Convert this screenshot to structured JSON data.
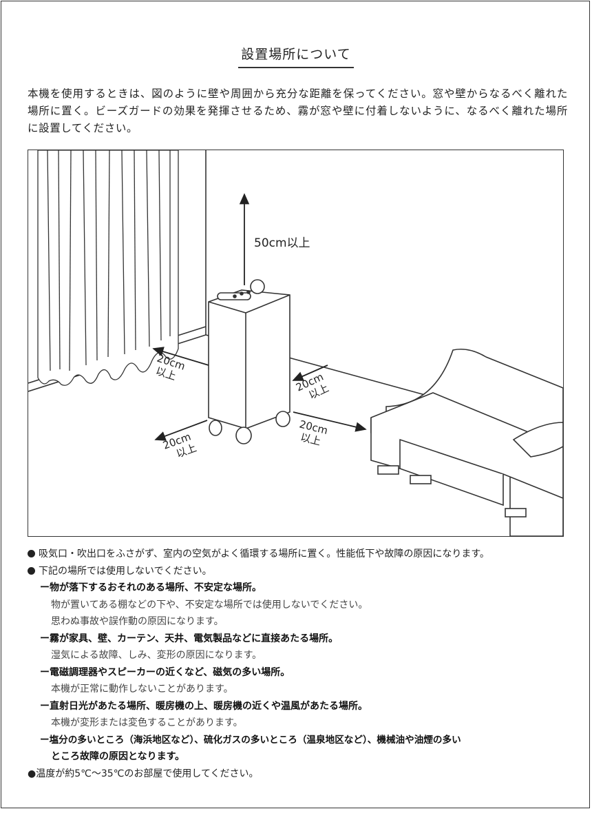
{
  "title": "設置場所について",
  "intro": "本機を使用するときは、図のように壁や周囲から充分な距離を保ってください。窓や壁からなるべく離れた場所に置く。ビーズガードの効果を発揮させるため、霧が窓や壁に付着しないように、なるべく離れた場所に設置してください。",
  "figure": {
    "top_clearance": "50cm以上",
    "left_wall": {
      "distance": "20cm",
      "suffix": "以上"
    },
    "right_wall": {
      "distance": "20cm",
      "suffix": "以上"
    },
    "front": {
      "distance": "20cm",
      "suffix": "以上"
    },
    "sofa": {
      "distance": "20cm",
      "suffix": "以上"
    }
  },
  "notes": {
    "bullet1": "吸気口・吹出口をふさがず、室内の空気がよく循環する場所に置く。性能低下や故障の原因になります。",
    "bullet2": "下記の場所では使用しないでください。",
    "items": [
      {
        "heading": "ー物が落下するおそれのある場所、不安定な場所。",
        "details": [
          "物が置いてある棚などの下や、不安定な場所では使用しないでください。",
          "思わぬ事故や誤作動の原因になります。"
        ]
      },
      {
        "heading": "ー霧が家具、壁、カーテン、天井、電気製品などに直接あたる場所。",
        "details": [
          "湿気による故障、しみ、変形の原因になります。"
        ]
      },
      {
        "heading": "ー電磁調理器やスピーカーの近くなど、磁気の多い場所。",
        "details": [
          "本機が正常に動作しないことがあります。"
        ]
      },
      {
        "heading": "ー直射日光があたる場所、暖房機の上、暖房機の近くや温風があたる場所。",
        "details": [
          "本機が変形または変色することがあります。"
        ]
      },
      {
        "heading": "ー塩分の多いところ（海浜地区など）、硫化ガスの多いところ（温泉地区など）、機械油や油煙の多い",
        "heading_cont": "ところ故障の原因となります。",
        "details": []
      }
    ],
    "bullet3": "●温度が約5℃〜35℃のお部屋で使用してください。"
  }
}
